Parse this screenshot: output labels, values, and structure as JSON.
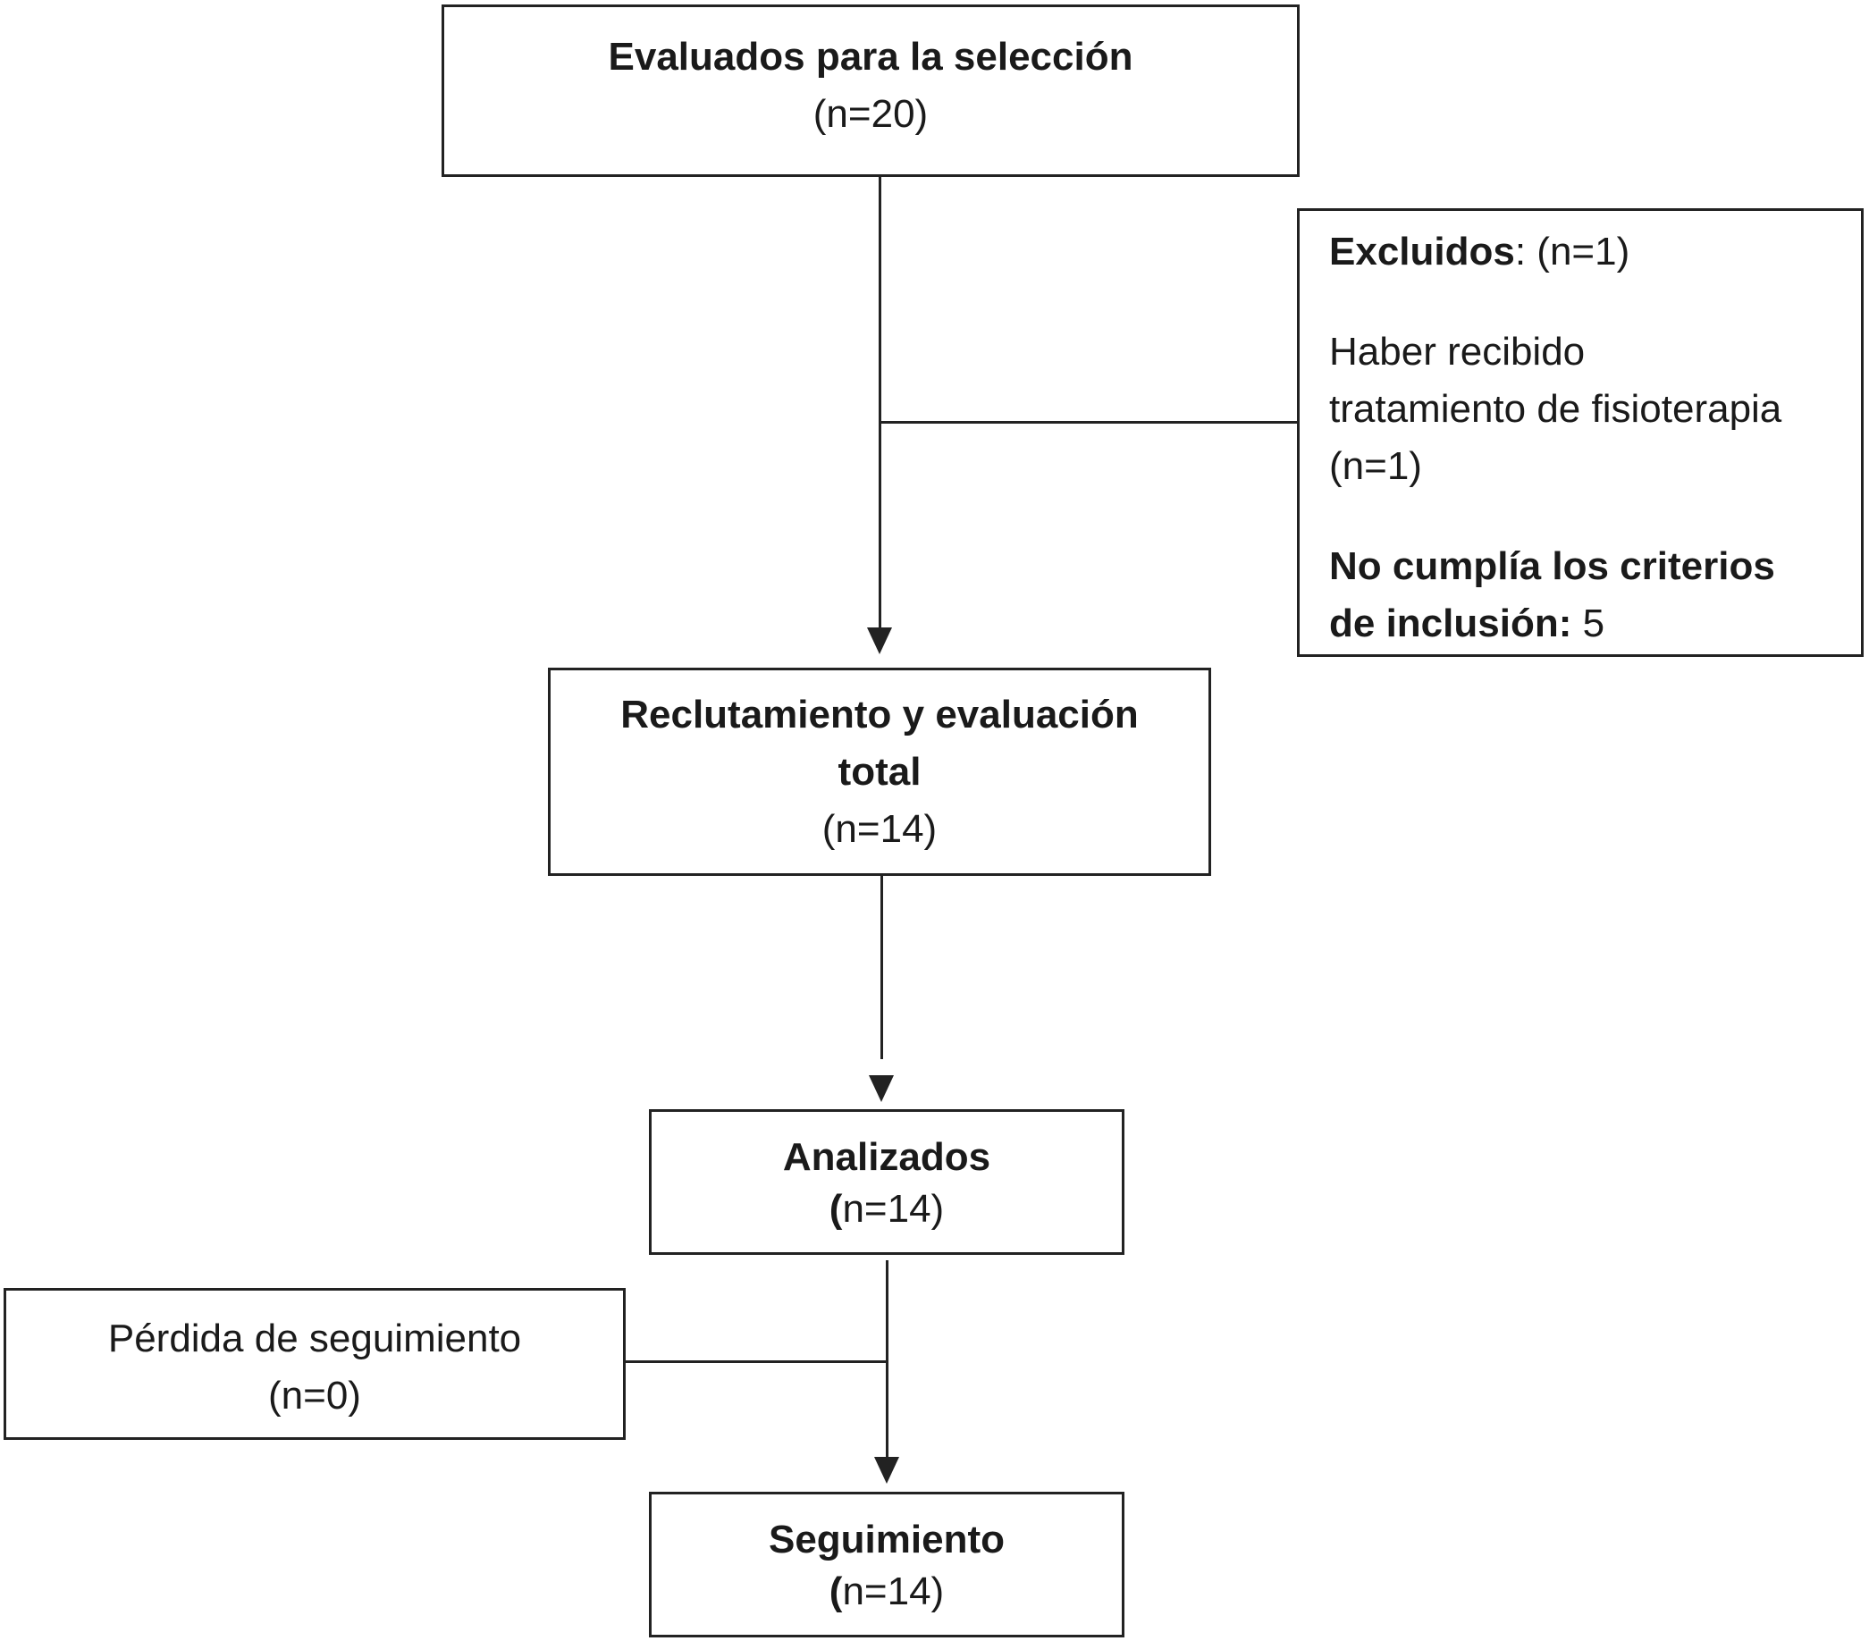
{
  "boxes": {
    "screening": {
      "title": "Evaluados para la selección",
      "count": "(n=20)"
    },
    "excluded": {
      "title": "Excluidos",
      "title_suffix": ": (n=1)",
      "reason_line1": "Haber recibido",
      "reason_line2": "tratamiento de fisioterapia",
      "reason_count": "(n=1)",
      "criteria_line1": "No cumplía los criterios",
      "criteria_line2": "de inclusión:",
      "criteria_value": " 5"
    },
    "recruitment": {
      "title_line1": "Reclutamiento y evaluación",
      "title_line2": "total",
      "count": "(n=14)"
    },
    "analyzed": {
      "title": "Analizados",
      "count_open": "(",
      "count_rest": "n=14)"
    },
    "lost": {
      "title": "Pérdida de seguimiento",
      "count": "(n=0)"
    },
    "followup": {
      "title": "Seguimiento",
      "count_open": "(",
      "count_rest": "n=14)"
    }
  }
}
